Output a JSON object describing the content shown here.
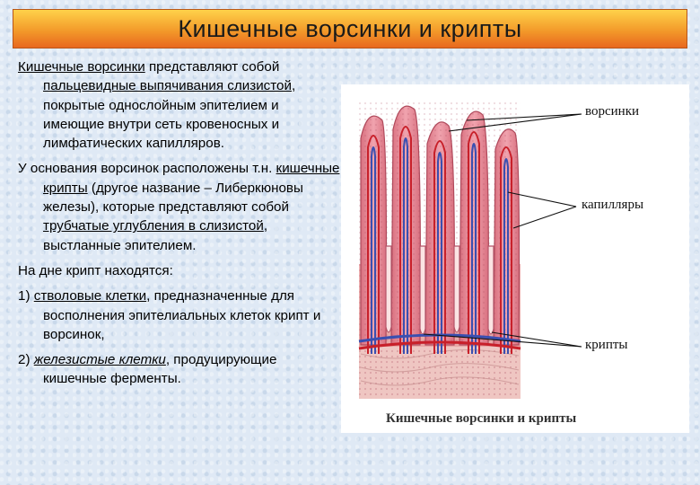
{
  "title": "Кишечные ворсинки и крипты",
  "text": {
    "p1": {
      "t1": "Кишечные ворсинки",
      "t2": " представляют собой ",
      "t3": "пальцевидные выпячивания слизистой",
      "t4": ", покрытые однослойным эпителием и имеющие внутри сеть кровеносных и лимфатических капилляров."
    },
    "p2": {
      "t1": "У основания ворсинок расположены т.н. ",
      "t2": "кишечные крипты",
      "t3": " (другое название – Либеркюновы железы), которые представляют собой ",
      "t4": "трубчатые углубления в слизистой",
      "t5": ", выстланные эпителием."
    },
    "p3": "На дне крипт находятся:",
    "p4": {
      "num": "1)",
      "t1": "стволовые клетки",
      "t2": ", предназначенные для восполнения эпителиальных клеток крипт и ворсинок,"
    },
    "p5": {
      "num": "2)",
      "t1": "железистые клетки",
      "t2": ", продуцирующие кишечные ферменты."
    }
  },
  "figure": {
    "labels": {
      "villi": "ворсинки",
      "capillaries": "капилляры",
      "crypts": "крипты"
    },
    "caption": "Кишечные ворсинки и крипты"
  },
  "colors": {
    "title_top": "#ffd24a",
    "title_bottom": "#e8681f",
    "villus_fill": "#e8909c",
    "epithelium": "#d4687a",
    "artery": "#c8202a",
    "vein": "#3a4fb0"
  }
}
